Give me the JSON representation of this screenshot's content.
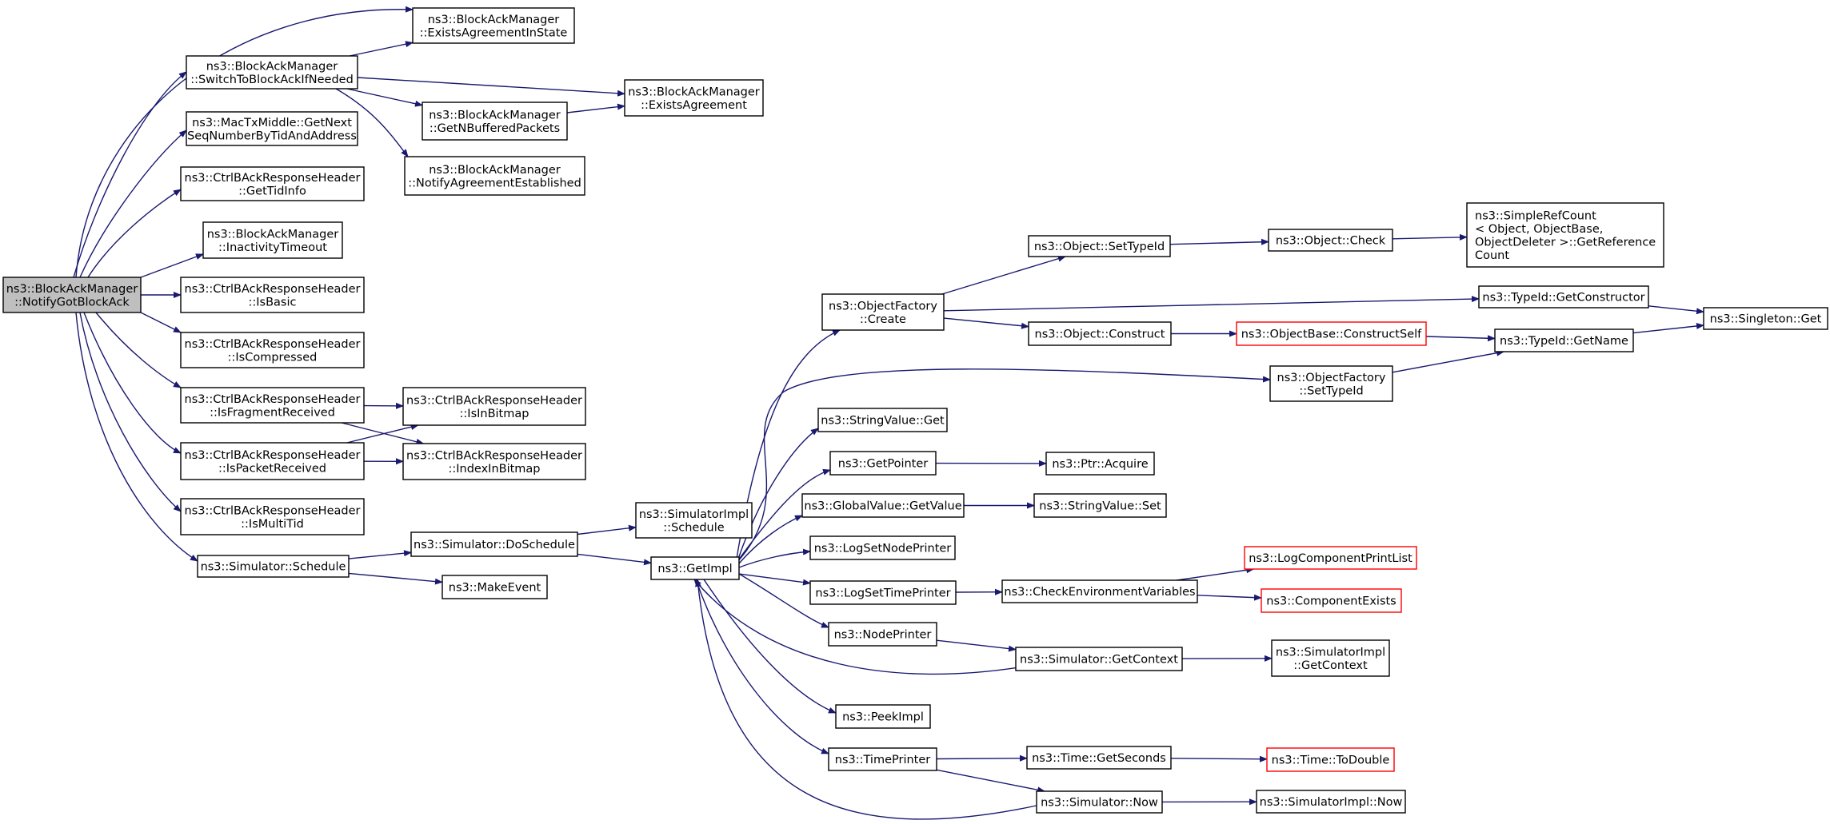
{
  "colors": {
    "edge": "#191970",
    "root_fill": "#bfbfbf",
    "red_border": "#ff0000"
  },
  "nodes": [
    {
      "id": "root",
      "lines": [
        "ns3::BlockAckManager",
        "::NotifyGotBlockAck"
      ],
      "style": "root"
    },
    {
      "id": "eais",
      "lines": [
        "ns3::BlockAckManager",
        "::ExistsAgreementInState"
      ]
    },
    {
      "id": "stba",
      "lines": [
        "ns3::BlockAckManager",
        "::SwitchToBlockAckIfNeeded"
      ]
    },
    {
      "id": "ea",
      "lines": [
        "ns3::BlockAckManager",
        "::ExistsAgreement"
      ]
    },
    {
      "id": "gnbp",
      "lines": [
        "ns3::BlockAckManager",
        "::GetNBufferedPackets"
      ]
    },
    {
      "id": "nae",
      "lines": [
        "ns3::BlockAckManager",
        "::NotifyAgreementEstablished"
      ]
    },
    {
      "id": "mtm",
      "lines": [
        "ns3::MacTxMiddle::GetNext",
        "SeqNumberByTidAndAddress"
      ]
    },
    {
      "id": "gti",
      "lines": [
        "ns3::CtrlBAckResponseHeader",
        "::GetTidInfo"
      ]
    },
    {
      "id": "it",
      "lines": [
        "ns3::BlockAckManager",
        "::InactivityTimeout"
      ]
    },
    {
      "id": "isb",
      "lines": [
        "ns3::CtrlBAckResponseHeader",
        "::IsBasic"
      ]
    },
    {
      "id": "isc",
      "lines": [
        "ns3::CtrlBAckResponseHeader",
        "::IsCompressed"
      ]
    },
    {
      "id": "ifr",
      "lines": [
        "ns3::CtrlBAckResponseHeader",
        "::IsFragmentReceived"
      ]
    },
    {
      "id": "iib",
      "lines": [
        "ns3::CtrlBAckResponseHeader",
        "::IsInBitmap"
      ]
    },
    {
      "id": "ipr",
      "lines": [
        "ns3::CtrlBAckResponseHeader",
        "::IsPacketReceived"
      ]
    },
    {
      "id": "iinb",
      "lines": [
        "ns3::CtrlBAckResponseHeader",
        "::IndexInBitmap"
      ]
    },
    {
      "id": "imt",
      "lines": [
        "ns3::CtrlBAckResponseHeader",
        "::IsMultiTid"
      ]
    },
    {
      "id": "ssch",
      "lines": [
        "ns3::Simulator::Schedule"
      ]
    },
    {
      "id": "sds",
      "lines": [
        "ns3::Simulator::DoSchedule"
      ]
    },
    {
      "id": "sis",
      "lines": [
        "ns3::SimulatorImpl",
        "::Schedule"
      ]
    },
    {
      "id": "me",
      "lines": [
        "ns3::MakeEvent"
      ]
    },
    {
      "id": "gi",
      "lines": [
        "ns3::GetImpl"
      ]
    },
    {
      "id": "ofc",
      "lines": [
        "ns3::ObjectFactory",
        "::Create"
      ]
    },
    {
      "id": "ost",
      "lines": [
        "ns3::Object::SetTypeId"
      ]
    },
    {
      "id": "oc",
      "lines": [
        "ns3::Object::Check"
      ]
    },
    {
      "id": "src",
      "lines": [
        "ns3::SimpleRefCount",
        "< Object, ObjectBase,",
        " ObjectDeleter >::GetReference",
        "Count"
      ],
      "align": "left"
    },
    {
      "id": "tgc",
      "lines": [
        "ns3::TypeId::GetConstructor"
      ]
    },
    {
      "id": "sg",
      "lines": [
        "ns3::Singleton::Get"
      ]
    },
    {
      "id": "ocn",
      "lines": [
        "ns3::Object::Construct"
      ]
    },
    {
      "id": "obc",
      "lines": [
        "ns3::ObjectBase::ConstructSelf"
      ],
      "style": "red"
    },
    {
      "id": "tgn",
      "lines": [
        "ns3::TypeId::GetName"
      ]
    },
    {
      "id": "ofst",
      "lines": [
        "ns3::ObjectFactory",
        "::SetTypeId"
      ]
    },
    {
      "id": "svg",
      "lines": [
        "ns3::StringValue::Get"
      ]
    },
    {
      "id": "gp",
      "lines": [
        "ns3::GetPointer"
      ]
    },
    {
      "id": "pa",
      "lines": [
        "ns3::Ptr::Acquire"
      ]
    },
    {
      "id": "gvg",
      "lines": [
        "ns3::GlobalValue::GetValue"
      ]
    },
    {
      "id": "svs",
      "lines": [
        "ns3::StringValue::Set"
      ]
    },
    {
      "id": "lsnp",
      "lines": [
        "ns3::LogSetNodePrinter"
      ]
    },
    {
      "id": "lcpl",
      "lines": [
        "ns3::LogComponentPrintList"
      ],
      "style": "red"
    },
    {
      "id": "lstp",
      "lines": [
        "ns3::LogSetTimePrinter"
      ]
    },
    {
      "id": "cev",
      "lines": [
        "ns3::CheckEnvironmentVariables"
      ]
    },
    {
      "id": "ce",
      "lines": [
        "ns3::ComponentExists"
      ],
      "style": "red"
    },
    {
      "id": "np",
      "lines": [
        "ns3::NodePrinter"
      ]
    },
    {
      "id": "sgc",
      "lines": [
        "ns3::Simulator::GetContext"
      ]
    },
    {
      "id": "sigc",
      "lines": [
        "ns3::SimulatorImpl",
        "::GetContext"
      ]
    },
    {
      "id": "pi",
      "lines": [
        "ns3::PeekImpl"
      ]
    },
    {
      "id": "tp",
      "lines": [
        "ns3::TimePrinter"
      ]
    },
    {
      "id": "tgs",
      "lines": [
        "ns3::Time::GetSeconds"
      ]
    },
    {
      "id": "ttd",
      "lines": [
        "ns3::Time::ToDouble"
      ],
      "style": "red"
    },
    {
      "id": "sn",
      "lines": [
        "ns3::Simulator::Now"
      ]
    },
    {
      "id": "sin",
      "lines": [
        "ns3::SimulatorImpl::Now"
      ]
    }
  ],
  "edges": [
    {
      "from": "root",
      "to": "eais"
    },
    {
      "from": "root",
      "to": "stba"
    },
    {
      "from": "root",
      "to": "mtm"
    },
    {
      "from": "root",
      "to": "gti"
    },
    {
      "from": "root",
      "to": "it"
    },
    {
      "from": "root",
      "to": "isb"
    },
    {
      "from": "root",
      "to": "isc"
    },
    {
      "from": "root",
      "to": "ifr"
    },
    {
      "from": "root",
      "to": "ipr"
    },
    {
      "from": "root",
      "to": "imt"
    },
    {
      "from": "root",
      "to": "ssch"
    },
    {
      "from": "stba",
      "to": "eais"
    },
    {
      "from": "stba",
      "to": "ea"
    },
    {
      "from": "stba",
      "to": "gnbp"
    },
    {
      "from": "stba",
      "to": "nae"
    },
    {
      "from": "gnbp",
      "to": "ea"
    },
    {
      "from": "ifr",
      "to": "iib"
    },
    {
      "from": "ifr",
      "to": "iinb"
    },
    {
      "from": "ipr",
      "to": "iib"
    },
    {
      "from": "ipr",
      "to": "iinb"
    },
    {
      "from": "ssch",
      "to": "sds"
    },
    {
      "from": "ssch",
      "to": "me"
    },
    {
      "from": "sds",
      "to": "sis"
    },
    {
      "from": "sds",
      "to": "gi"
    },
    {
      "from": "gi",
      "to": "ofc"
    },
    {
      "from": "gi",
      "to": "ofst"
    },
    {
      "from": "gi",
      "to": "svg"
    },
    {
      "from": "gi",
      "to": "gp"
    },
    {
      "from": "gi",
      "to": "gvg"
    },
    {
      "from": "gi",
      "to": "lsnp"
    },
    {
      "from": "gi",
      "to": "lstp"
    },
    {
      "from": "gi",
      "to": "np"
    },
    {
      "from": "gi",
      "to": "pi"
    },
    {
      "from": "gi",
      "to": "tp"
    },
    {
      "from": "ofc",
      "to": "ost"
    },
    {
      "from": "ofc",
      "to": "tgc"
    },
    {
      "from": "ofc",
      "to": "ocn"
    },
    {
      "from": "ost",
      "to": "oc"
    },
    {
      "from": "oc",
      "to": "src"
    },
    {
      "from": "tgc",
      "to": "sg"
    },
    {
      "from": "ocn",
      "to": "obc"
    },
    {
      "from": "obc",
      "to": "tgn"
    },
    {
      "from": "tgn",
      "to": "sg"
    },
    {
      "from": "ofst",
      "to": "tgn"
    },
    {
      "from": "gp",
      "to": "pa"
    },
    {
      "from": "gvg",
      "to": "svs"
    },
    {
      "from": "lstp",
      "to": "cev"
    },
    {
      "from": "cev",
      "to": "lcpl"
    },
    {
      "from": "cev",
      "to": "ce"
    },
    {
      "from": "np",
      "to": "sgc"
    },
    {
      "from": "sgc",
      "to": "gi"
    },
    {
      "from": "sgc",
      "to": "sigc"
    },
    {
      "from": "tp",
      "to": "tgs"
    },
    {
      "from": "tp",
      "to": "sn"
    },
    {
      "from": "tgs",
      "to": "ttd"
    },
    {
      "from": "sn",
      "to": "gi"
    },
    {
      "from": "sn",
      "to": "sin"
    }
  ]
}
